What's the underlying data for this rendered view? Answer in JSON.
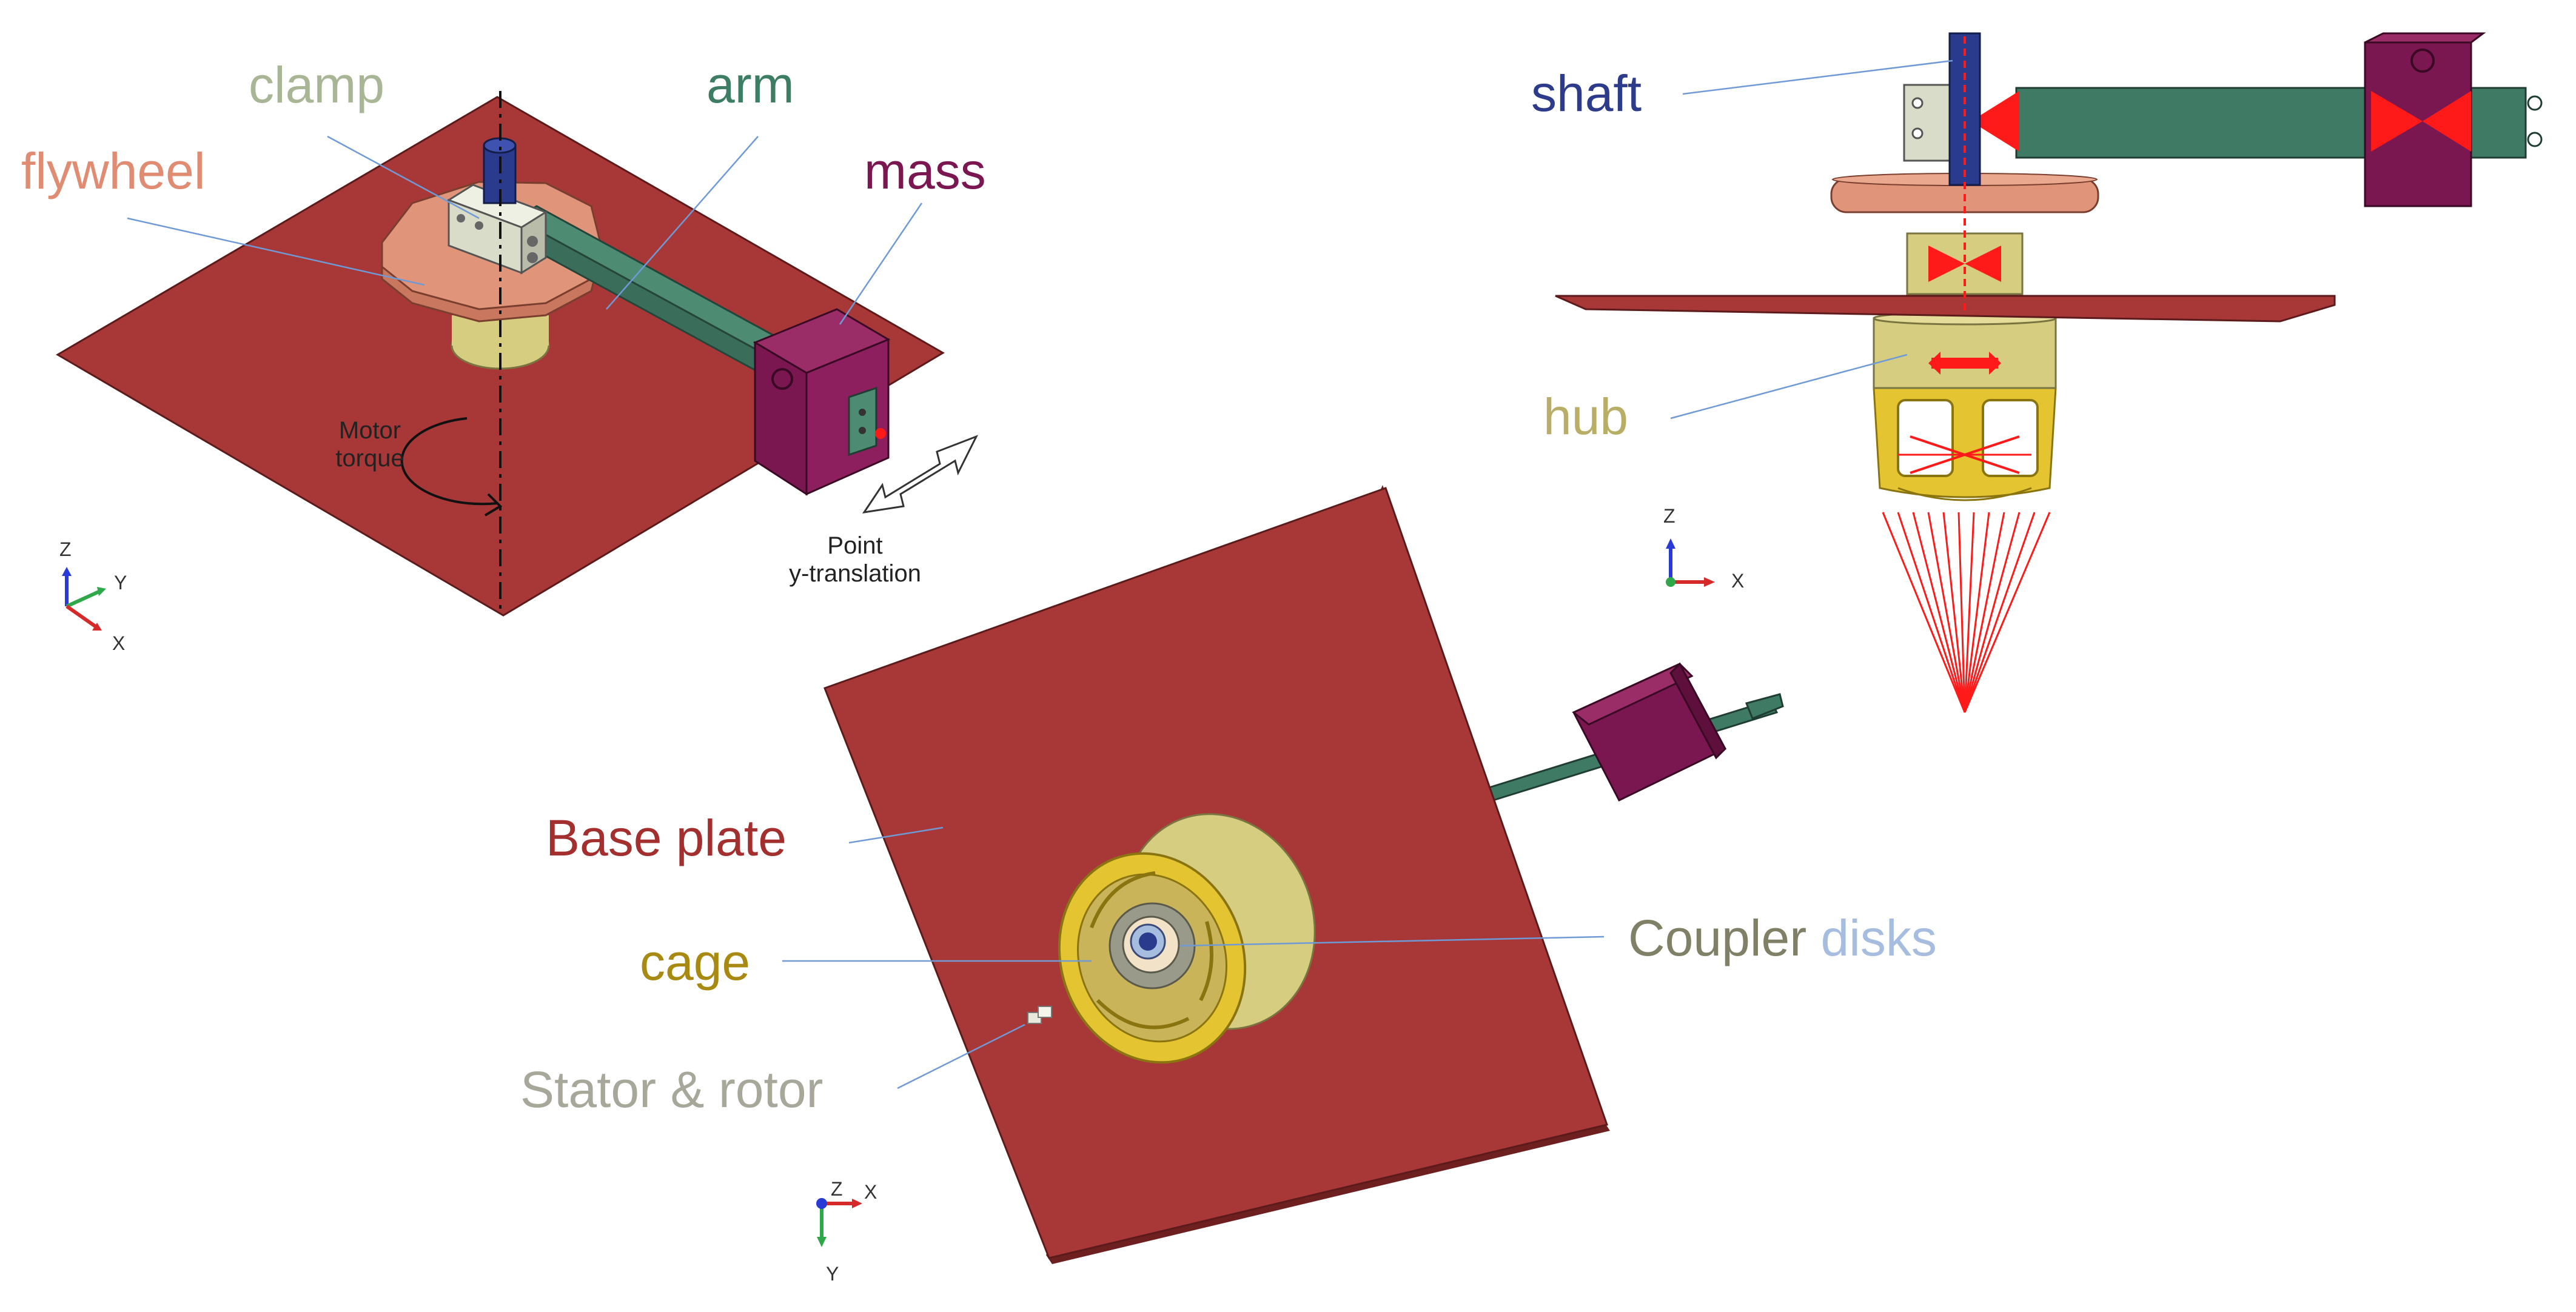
{
  "colors": {
    "plate": "#a83838",
    "plate_edge": "#6e1f1f",
    "arm": "#3f7b64",
    "mass": "#7b1750",
    "flywheel": "#e0957a",
    "clamp": "#d8dcc8",
    "shaft": "#2a3a8c",
    "hub": "#d6cd80",
    "cage": "#c9a81c",
    "constraint": "#ff1a1a",
    "leader": "#6f9ad6"
  },
  "isometric_view": {
    "labels": {
      "clamp": "clamp",
      "arm": "arm",
      "flywheel": "flywheel",
      "mass": "mass",
      "motor_torque": [
        "Motor",
        "torque"
      ],
      "point_translation": [
        "Point",
        "y-translation"
      ]
    },
    "triad": {
      "z": "Z",
      "y": "Y",
      "x": "X"
    }
  },
  "side_view": {
    "labels": {
      "shaft": "shaft",
      "hub": "hub"
    },
    "triad": {
      "z": "Z",
      "x": "X"
    }
  },
  "bottom_view": {
    "labels": {
      "base_plate": "Base plate",
      "cage": "cage",
      "coupler": "Coupler",
      "disks": "disks",
      "stator_rotor": "Stator & rotor"
    },
    "triad": {
      "z": "Z",
      "x": "X",
      "y": "Y"
    }
  },
  "label_colors": {
    "clamp": "#a9b695",
    "arm": "#3c7d64",
    "flywheel": "#e08c73",
    "mass": "#7b1750",
    "shaft": "#2c3b8a",
    "hub": "#b8ae66",
    "base_plate": "#a32f2f",
    "cage": "#a88a12",
    "coupler": "#808066",
    "disks": "#a7bde0",
    "stator_rotor": "#a8a89a"
  }
}
